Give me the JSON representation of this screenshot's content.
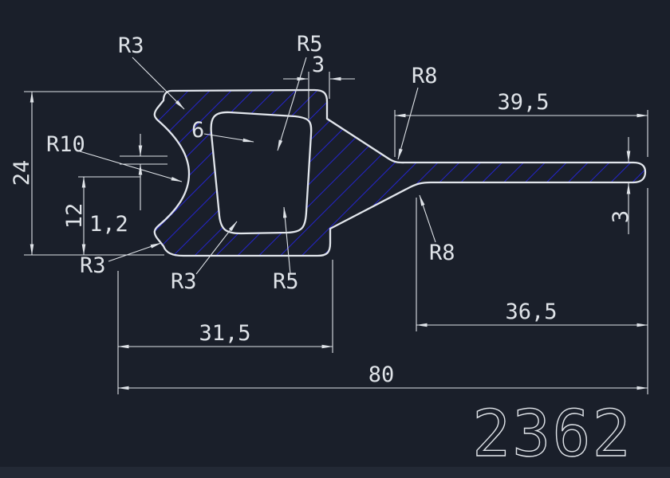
{
  "window": {
    "background": "#1a1f2a",
    "footer_band": "#232935"
  },
  "drawing": {
    "stroke_color": "#e2e6ec",
    "hatch_color": "#2424cd",
    "part_number": "2362",
    "dimensions": {
      "r3_top_left": "R3",
      "r5_top": "R5",
      "wall_top_3": "3",
      "r8_top": "R8",
      "len_39_5": "39,5",
      "height_24": "24",
      "r10_left": "R10",
      "width_6": "6",
      "height_12": "12",
      "gap_1_2": "1,2",
      "r3_bottom_left": "R3",
      "r3_cavity_bottom": "R3",
      "r5_cavity_bottom": "R5",
      "r8_bottom": "R8",
      "len_36_5": "36,5",
      "len_31_5": "31,5",
      "len_80": "80",
      "tail_thickness_3": "3"
    }
  }
}
